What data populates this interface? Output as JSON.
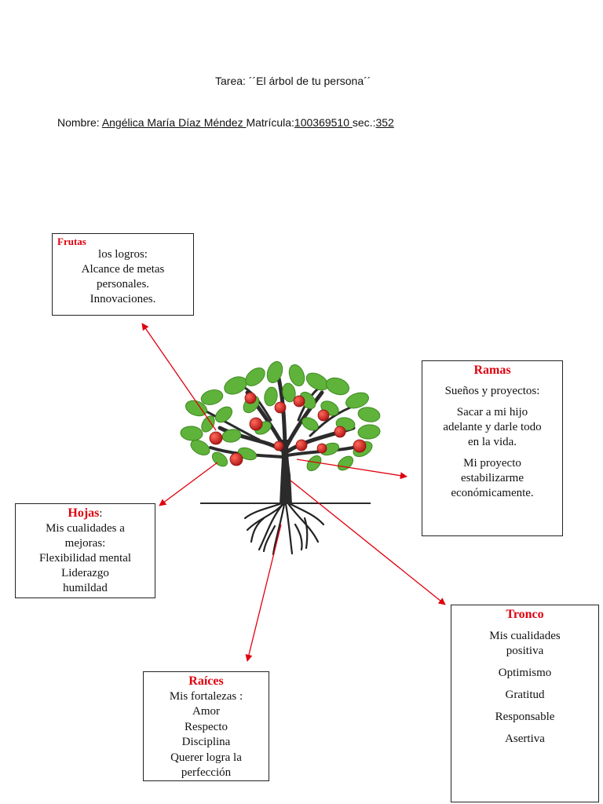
{
  "header": {
    "title": "Tarea: ´´El árbol de tu persona´´",
    "name_label": "Nombre: ",
    "name_value": "Angélica María Díaz Méndez ",
    "matricula_label": "Matrícula:",
    "matricula_value": "100369510 ",
    "sec_label": " sec.:",
    "sec_value": "352"
  },
  "boxes": {
    "frutas": {
      "title": "Frutas",
      "lines": [
        "los logros:",
        "Alcance de metas",
        "personales.",
        "Innovaciones."
      ]
    },
    "ramas": {
      "title": "Ramas",
      "subtitle": "Sueños y proyectos:",
      "paragraph1": [
        "Sacar a mi hijo",
        "adelante y darle todo",
        "en la vida."
      ],
      "paragraph2": [
        "Mi proyecto",
        "estabilizarme",
        "económicamente."
      ]
    },
    "hojas": {
      "title": "Hojas",
      "title_suffix": ":",
      "lines": [
        "Mis cualidades a",
        "mejoras:",
        "Flexibilidad mental",
        "Liderazgo",
        "humildad"
      ]
    },
    "raices": {
      "title": "Raíces",
      "lines": [
        "Mis fortalezas :",
        "Amor",
        "Respecto",
        "Disciplina",
        "Querer logra la",
        "perfección"
      ]
    },
    "tronco": {
      "title": "Tronco",
      "items": [
        "Mis cualidades positiva",
        "Optimismo",
        "Gratitud",
        "Responsable",
        "Asertiva"
      ],
      "first_item_lines": [
        "Mis cualidades",
        "positiva"
      ]
    }
  },
  "colors": {
    "accent_red": "#e0000f",
    "leaf_green": "#5fb33a",
    "trunk": "#2b2b2b",
    "fruit": "#c81d1d"
  }
}
